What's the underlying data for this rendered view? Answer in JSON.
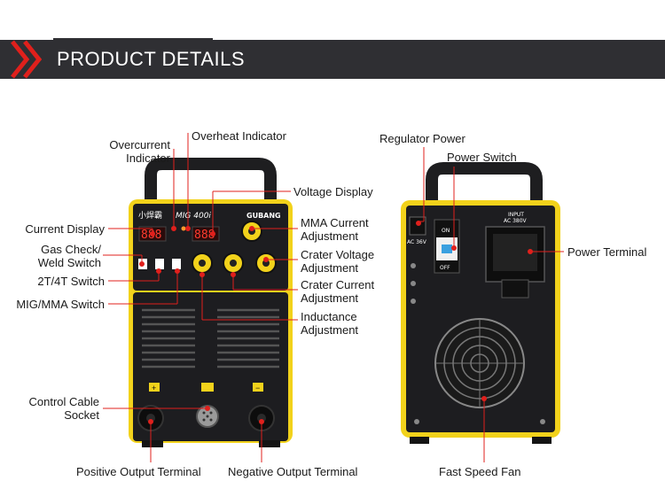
{
  "banner": {
    "title": "PRODUCT DETAILS",
    "accent_color": "#e0201c",
    "bg_color": "#2f2f33"
  },
  "machine_front": {
    "brand_cn": "小焊霸",
    "model": "MIG 400i",
    "brand": "GUBANG",
    "display_left": "888",
    "display_right": "888",
    "body_color": "#f2d21b",
    "panel_color": "#1d1d20"
  },
  "machine_back": {
    "input_label_1": "INPUT",
    "input_label_2": "AC 380V",
    "ac_label": "AC 36V",
    "on_label": "ON",
    "off_label": "OFF"
  },
  "labels": {
    "overcurrent": [
      "Overcurrent",
      "Indicator"
    ],
    "overheat": "Overheat Indicator",
    "voltage_display": "Voltage Display",
    "current_display": "Current Display",
    "mma_current": [
      "MMA Current",
      "Adjustment"
    ],
    "gas_check": [
      "Gas Check/",
      "Weld Switch"
    ],
    "crater_voltage": [
      "Crater Voltage",
      "Adjustment"
    ],
    "two_four_t": "2T/4T Switch",
    "crater_current": [
      "Crater Current",
      "Adjustment"
    ],
    "mig_mma": "MIG/MMA Switch",
    "inductance": [
      "Inductance",
      "Adjustment"
    ],
    "control_cable": [
      "Control Cable",
      "Socket"
    ],
    "positive_output": "Positive Output Terminal",
    "negative_output": "Negative Output Terminal",
    "regulator_power": "Regulator Power",
    "power_switch": "Power Switch",
    "power_terminal": "Power Terminal",
    "fast_fan": "Fast Speed Fan"
  }
}
